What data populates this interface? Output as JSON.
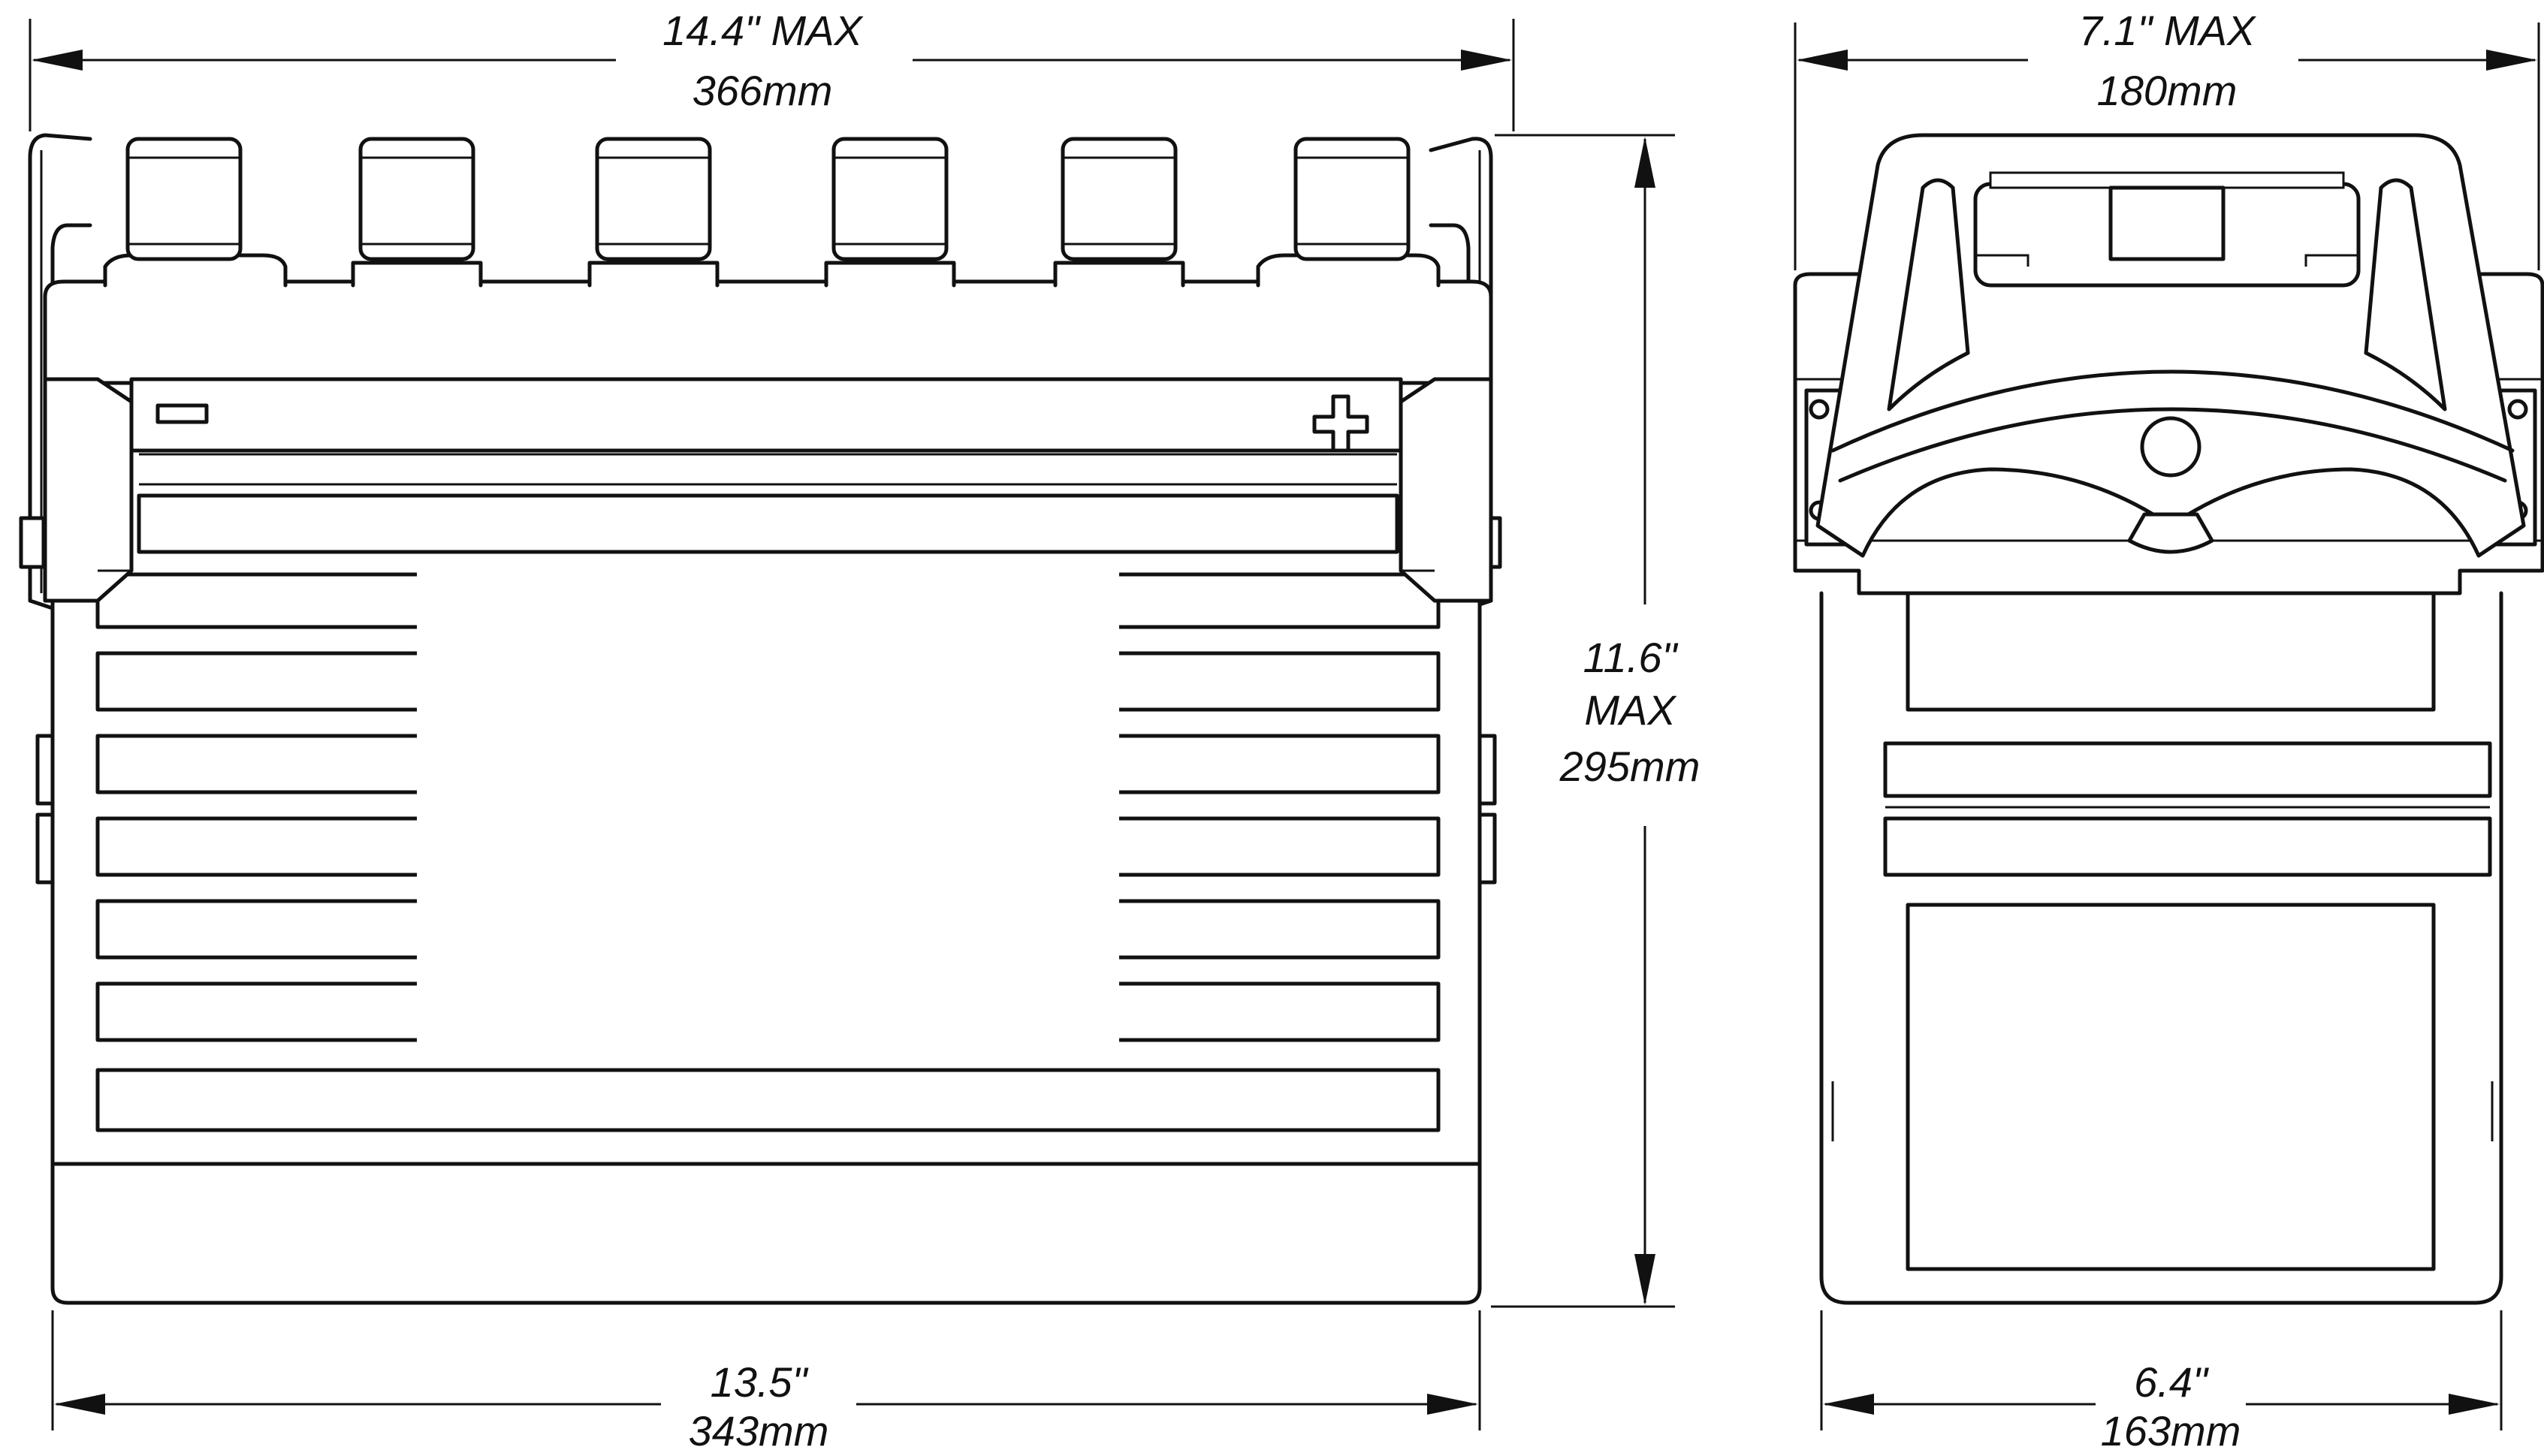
{
  "dimensions": {
    "top_width": {
      "inches": "14.4\" MAX",
      "mm": "366mm"
    },
    "height": {
      "inches": "11.6\"",
      "max": "MAX",
      "mm": "295mm"
    },
    "bottom_width": {
      "inches": "13.5\"",
      "mm": "343mm"
    },
    "side_top_width": {
      "inches": "7.1\" MAX",
      "mm": "180mm"
    },
    "side_bottom_width": {
      "inches": "6.4\"",
      "mm": "163mm"
    }
  },
  "terminals": {
    "negative_symbol": "−",
    "positive_symbol": "+"
  },
  "line_color": "#111111",
  "background_color": "#ffffff"
}
